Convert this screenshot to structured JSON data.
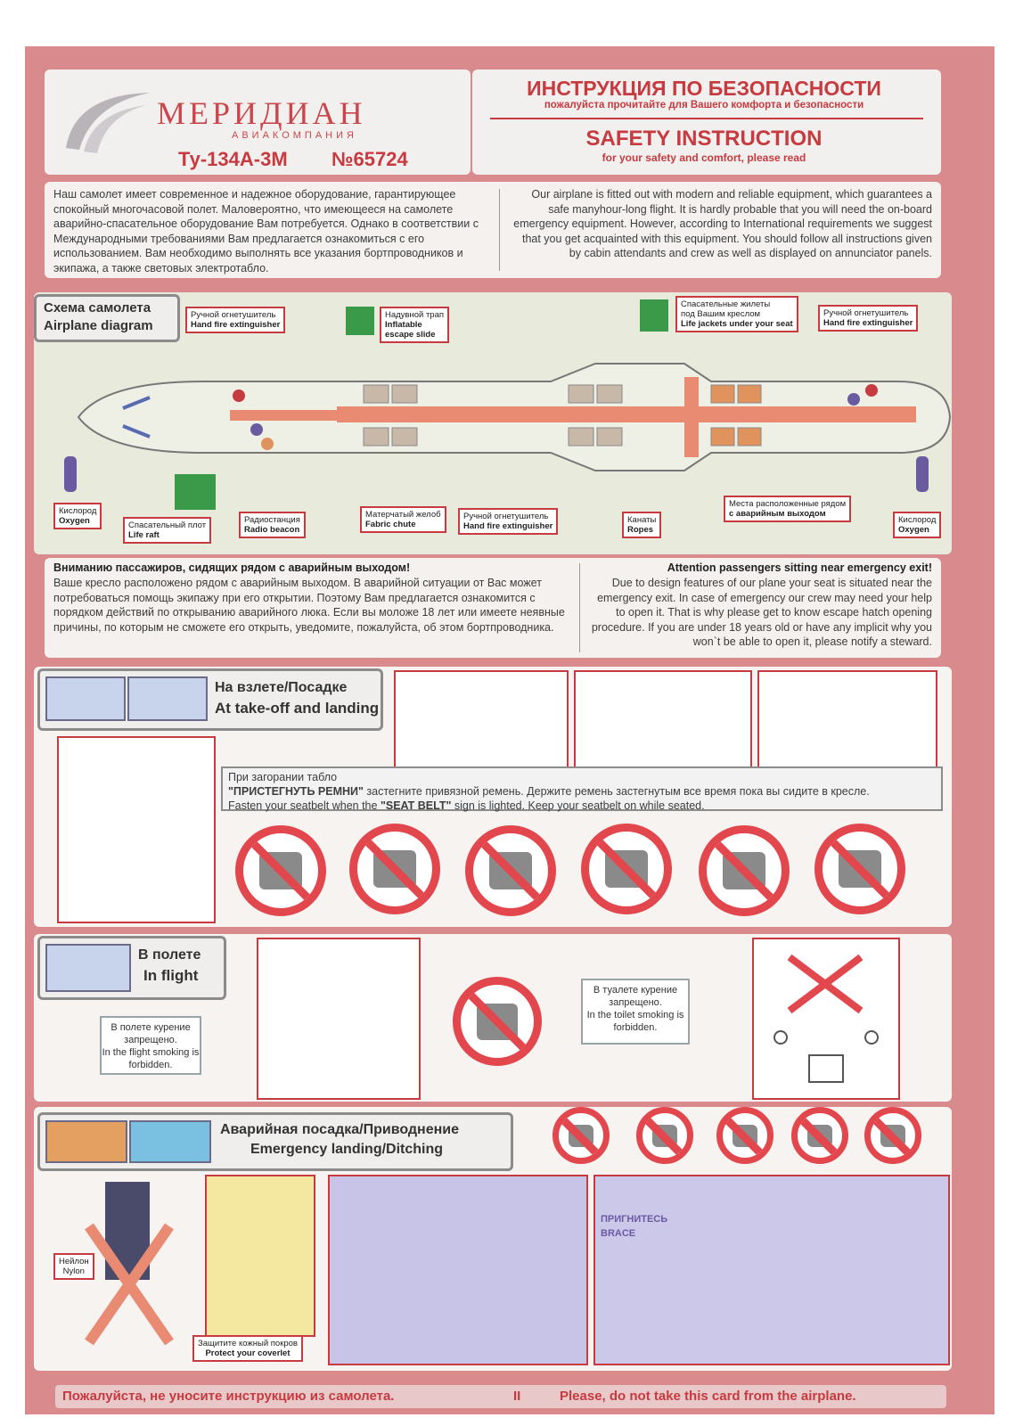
{
  "header": {
    "airline_name": "МЕРИДИАН",
    "airline_sub": "АВИАКОМПАНИЯ",
    "aircraft": "Ту-134А-3М",
    "aircraft_number": "№65724",
    "title_ru": "ИНСТРУКЦИЯ ПО БЕЗОПАСНОСТИ",
    "subtitle_ru": "пожалуйста прочитайте для Вашего комфорта и безопасности",
    "title_en": "SAFETY INSTRUCTION",
    "subtitle_en": "for your safety and comfort, please read"
  },
  "intro": {
    "ru": "Наш самолет имеет современное и надежное оборудование, гарантирующее спокойный многочасовой полет. Маловероятно, что имеющееся на самолете аварийно-спасательное оборудование Вам потребуется. Однако в соответствии с Международными требованиями Вам предлагается ознакомиться с его использованием. Вам необходимо выполнять все указания бортпроводников и экипажа, а также световых электротабло.",
    "en": "Our airplane is fitted out with modern and reliable equipment, which guarantees a safe manyhour-long flight. It is hardly probable that you will need the on-board emergency equipment. However, according to International requirements we suggest that you get acquainted with this equipment. You should follow all instructions given by cabin attendants and crew as well as displayed on annunciator panels."
  },
  "diagram": {
    "title_ru": "Схема самолета",
    "title_en": "Airplane diagram",
    "labels": {
      "ext1_ru": "Ручной огнетушитель",
      "ext1_en": "Hand fire extinguisher",
      "slide_ru": "Надувной трап",
      "slide_en1": "Inflatable",
      "slide_en2": "escape slide",
      "vest_ru1": "Спасательные жилеты",
      "vest_ru2": "под Вашим креслом",
      "vest_en": "Life jackets under your seat",
      "ext2_ru": "Ручной огнетушитель",
      "ext2_en": "Hand fire extinguisher",
      "oxy1_ru": "Кислород",
      "oxy1_en": "Oxygen",
      "raft_ru": "Спасательный плот",
      "raft_en": "Life raft",
      "radio_ru": "Радиостанция",
      "radio_en": "Radio beacon",
      "chute_ru": "Матерчатый желоб",
      "chute_en": "Fabric chute",
      "ext3_ru": "Ручной огнетушитель",
      "ext3_en": "Hand fire extinguisher",
      "ropes_ru": "Канаты",
      "ropes_en": "Ropes",
      "exitseats_ru1": "Места расположенные рядом",
      "exitseats_ru2": "с аварийным выходом",
      "oxy2_ru": "Кислород",
      "oxy2_en": "Oxygen"
    }
  },
  "exit_notice": {
    "title_ru": "Вниманию пассажиров, сидящих рядом с аварийным выходом!",
    "body_ru": "Ваше кресло расположено рядом с аварийным выходом. В аварийной ситуации от Вас может потребоваться помощь экипажу при его открытии. Поэтому Вам предлагается ознакомится с порядком действий по открыванию аварийного люка. Если вы моложе 18 лет или имеете неявные причины, по которым не сможете его открыть, уведомите, пожалуйста, об этом  бортпроводника.",
    "title_en": "Attention passengers sitting near emergency exit!",
    "body_en": "Due to design features of our plane your seat is situated near the emergency exit. In case of emergency our crew may need your help to open it. That is why please get to know escape hatch opening procedure. If you are under 18 years old or have any implicit why you won`t be able to open it, please notify a steward."
  },
  "takeoff": {
    "title_ru": "На взлете/Посадке",
    "title_en": "At take-off and landing",
    "line1_a": "При загорании табло",
    "line2_bold": "\"ПРИСТЕГНУТЬ РЕМНИ\"",
    "line2_rest": " застегните привязной ремень. Держите ремень застегнутым все время пока вы сидите в кресле.",
    "line3_a": "Fasten your seatbelt when the ",
    "line3_bold": "\"SEAT BELT\"",
    "line3_rest": " sign is lighted.  Keep your seatbelt on while seated."
  },
  "inflight": {
    "title_ru": "В полете",
    "title_en": "In flight",
    "note1_ru": "В полете курение запрещено.",
    "note1_en": "In the flight smoking is forbidden.",
    "note2_ru": "В туалете курение запрещено.",
    "note2_en": "In the toilet smoking is forbidden."
  },
  "emergency": {
    "title_ru": "Аварийная посадка/Приводнение",
    "title_en": "Emergency landing/Ditching",
    "nylon_ru": "Нейлон",
    "nylon_en": "Nylon",
    "protect_ru": "Защитите кожный покров",
    "protect_en": "Protect your coverlet",
    "brace_ru": "ПРИГНИТЕСЬ",
    "brace_en": "BRACE"
  },
  "footer": {
    "ru": "Пожалуйста, не уносите инструкцию из самолета.",
    "sep": "II",
    "en": "Please, do not take this card from the airplane."
  },
  "colors": {
    "card": "#d98a8c",
    "accent": "#c73a3f",
    "panel": "#f4f1ee",
    "prohibit": "#e2474d"
  }
}
